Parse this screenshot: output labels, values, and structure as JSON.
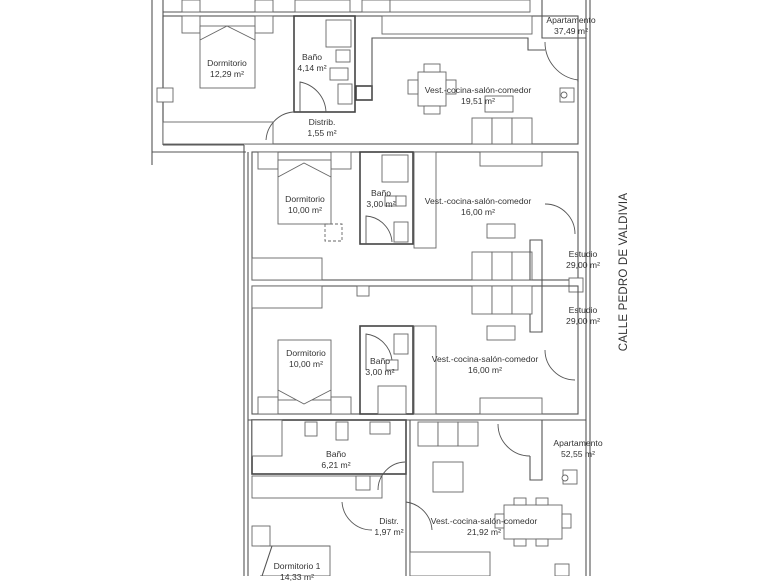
{
  "plan": {
    "type": "architectural floor plan",
    "street_label": "CALLE PEDRO DE VALDIVIA",
    "area_unit": "m²",
    "rooms": [
      {
        "id": "dormitorio-a",
        "name": "Dormitorio",
        "area": "12,29 m²"
      },
      {
        "id": "bano-a",
        "name": "Baño",
        "area": "4,14 m²"
      },
      {
        "id": "distrib-a",
        "name": "Distrib.",
        "area": "1,55 m²"
      },
      {
        "id": "cocina-a",
        "name": "Vest.-cocina-salón-comedor",
        "area": "19,51 m²"
      },
      {
        "id": "apartamento-a",
        "name": "Apartamento",
        "area": "37,49 m²"
      },
      {
        "id": "dormitorio-b",
        "name": "Dormitorio",
        "area": "10,00 m²"
      },
      {
        "id": "bano-b",
        "name": "Baño",
        "area": "3,00 m²"
      },
      {
        "id": "cocina-b",
        "name": "Vest.-cocina-salón-comedor",
        "area": "16,00 m²"
      },
      {
        "id": "estudio-b",
        "name": "Estudio",
        "area": "29,00 m²"
      },
      {
        "id": "estudio-c",
        "name": "Estudio",
        "area": "29,00 m²"
      },
      {
        "id": "dormitorio-c",
        "name": "Dormitorio",
        "area": "10,00 m²"
      },
      {
        "id": "bano-c",
        "name": "Baño",
        "area": "3,00 m²"
      },
      {
        "id": "cocina-c",
        "name": "Vest.-cocina-salón-comedor",
        "area": "16,00 m²"
      },
      {
        "id": "bano-d",
        "name": "Baño",
        "area": "6,21 m²"
      },
      {
        "id": "apartamento-d",
        "name": "Apartamento",
        "area": "52,55 m²"
      },
      {
        "id": "distr-d",
        "name": "Distr.",
        "area": "1,97 m²"
      },
      {
        "id": "cocina-d",
        "name": "Vest.-cocina-salón-comedor",
        "area": "21,92 m²"
      },
      {
        "id": "dormitorio-d",
        "name": "Dormitorio 1",
        "area": "14,33 m²"
      }
    ]
  }
}
